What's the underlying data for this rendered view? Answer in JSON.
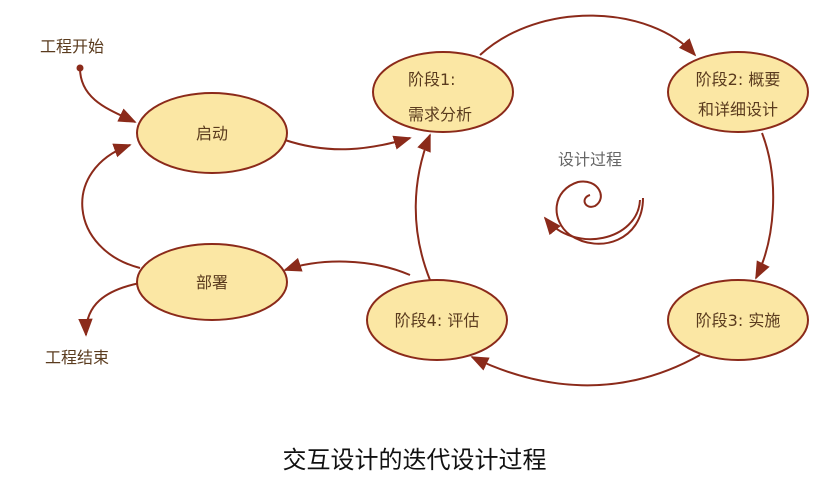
{
  "colors": {
    "fill": "#fbe7a4",
    "stroke": "#8b2a1a",
    "text": "#5a3b1e"
  },
  "labels": {
    "start": "工程开始",
    "end": "工程结束",
    "launch": "启动",
    "deploy": "部署",
    "stage1_line1": "阶段1:",
    "stage1_line2": "需求分析",
    "stage2_line1": "阶段2: 概要",
    "stage2_line2": "和详细设计",
    "stage3": "阶段3: 实施",
    "stage4": "阶段4: 评估",
    "center": "设计过程"
  },
  "caption": "交互设计的迭代设计过程"
}
